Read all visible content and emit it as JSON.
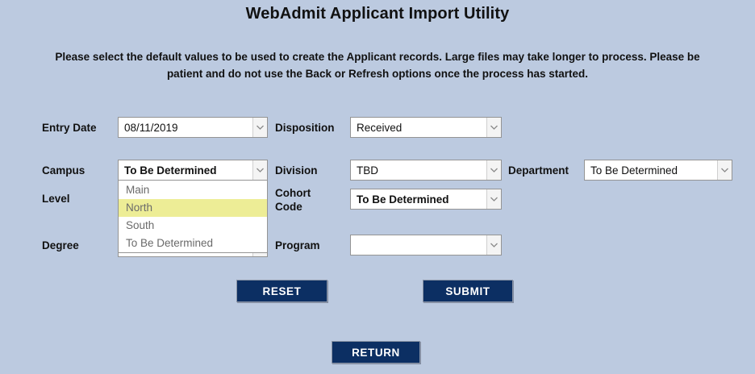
{
  "header": {
    "title": "WebAdmit Applicant Import Utility",
    "instructions": "Please select the default values to be used to create the Applicant records. Large files may take longer to process. Please be patient and do not use the Back or Refresh options once the process has started."
  },
  "colors": {
    "background": "#bccae0",
    "button": "#0c2f63",
    "highlight": "#eded96",
    "field_background": "#ffffff",
    "text": "#111111"
  },
  "form": {
    "entry_date": {
      "label": "Entry Date",
      "value": "08/11/2019"
    },
    "disposition": {
      "label": "Disposition",
      "value": "Received"
    },
    "campus": {
      "label": "Campus",
      "value": "To Be Determined",
      "expanded": true,
      "options": [
        "Main",
        "North",
        "South",
        "To Be Determined"
      ],
      "highlighted_option": "North"
    },
    "division": {
      "label": "Division",
      "value": "TBD"
    },
    "department": {
      "label": "Department",
      "value": "To Be Determined"
    },
    "level": {
      "label": "Level",
      "value": ""
    },
    "cohort_code": {
      "label": "Cohort Code",
      "label_line1": "Cohort",
      "label_line2": "Code",
      "value": "To Be Determined"
    },
    "degree": {
      "label": "Degree",
      "value": ""
    },
    "program": {
      "label": "Program",
      "value": ""
    }
  },
  "buttons": {
    "reset": "RESET",
    "submit": "SUBMIT",
    "return": "RETURN"
  },
  "icons": {
    "dropdown": "chevron-down-icon"
  }
}
